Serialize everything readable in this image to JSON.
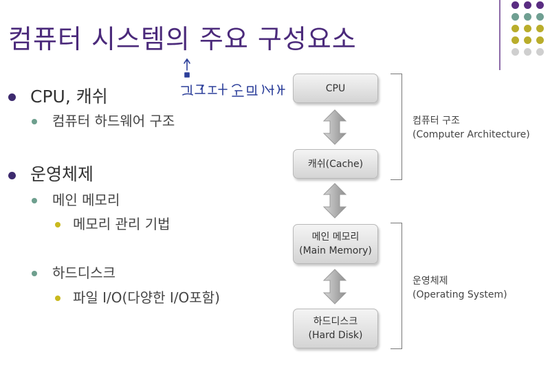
{
  "title": "컴퓨터 시스템의 주요 구성요소",
  "bullets": {
    "cpu": {
      "label": "CPU, 캐쉬",
      "sub": "컴퓨터 하드웨어 구조"
    },
    "os": {
      "label": "운영체제",
      "memory": "메인 메모리",
      "memory_sub": "메모리 관리 기법",
      "disk": "하드디스크",
      "disk_sub": "파일 I/O(다양한 I/O포함)"
    }
  },
  "handwritten_note": "컴구조 + 운영체제",
  "diagram": {
    "cpu": "CPU",
    "cache": "캐쉬(Cache)",
    "memory_ko": "메인 메모리",
    "memory_en": "(Main Memory)",
    "disk_ko": "하드디스크",
    "disk_en": "(Hard Disk)",
    "group1_ko": "컴퓨터 구조",
    "group1_en": "(Computer Architecture)",
    "group2_ko": "운영체제",
    "group2_en": "(Operating System)"
  },
  "colors": {
    "title": "#4b2a7b",
    "bullet_l1": "#3d2a6e",
    "bullet_l2": "#6e9f8e",
    "bullet_l3": "#c9b91e"
  },
  "icons": [
    "decorative-dot-grid-icon",
    "handwritten-pointer-icon",
    "double-arrow-icon"
  ]
}
